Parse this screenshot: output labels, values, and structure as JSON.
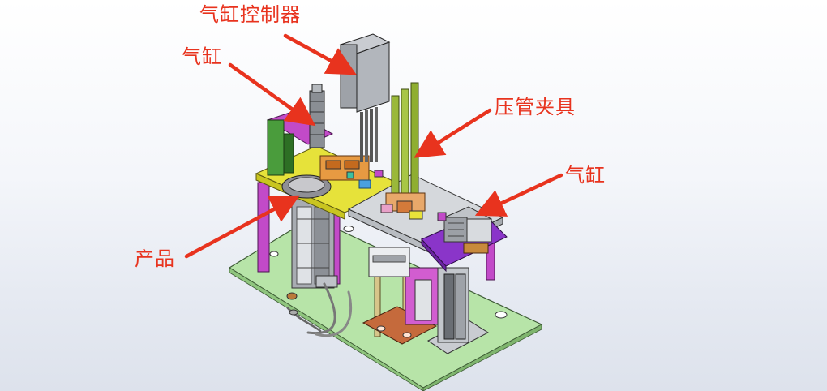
{
  "labels": {
    "cylinder_controller": "气缸控制器",
    "cylinder_top": "气缸",
    "pressing_fixture": "压管夹具",
    "cylinder_right": "气缸",
    "product": "产品"
  },
  "colors": {
    "callout": "#e8331e",
    "base_plate": "#b7e4a8",
    "magenta": "#c24ac8",
    "purple": "#8a35c9",
    "yellow": "#e6e23a",
    "olive": "#9ab83a",
    "gray": "#9a9fa6",
    "green": "#4a9c3c",
    "brown": "#c56a3c"
  }
}
